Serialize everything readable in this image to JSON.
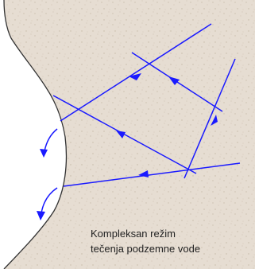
{
  "diagram": {
    "caption_line_1": "Kompleksan režim",
    "caption_line_2": "tečenja podzemne vode",
    "colors": {
      "rock": "#e6ddd2",
      "rock_speckle": "#c9bcab",
      "cavity": "#ffffff",
      "boundary": "#333333",
      "flow_line": "#1a1aff",
      "text": "#222222"
    },
    "elements": {
      "rock_mass": "rock-texture",
      "cavity_wall": "curved-cavity-boundary",
      "fractures": "fracture-lines",
      "flow_arrows": "arrowheads",
      "outflow_arrows": "curved-outflow-arrows"
    }
  }
}
